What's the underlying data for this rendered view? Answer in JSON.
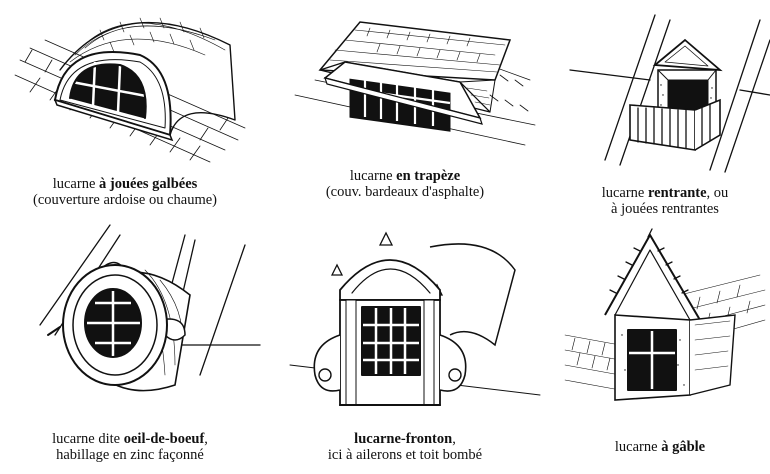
{
  "panels": [
    {
      "caption_prefix": "lucarne ",
      "caption_bold": "à jouées galbées",
      "caption_suffix": "",
      "caption_line2": "(couverture ardoise ou chaume)"
    },
    {
      "caption_prefix": "lucarne ",
      "caption_bold": "en trapèze",
      "caption_suffix": "",
      "caption_line2": "(couv. bardeaux d'asphalte)"
    },
    {
      "caption_prefix": "lucarne ",
      "caption_bold": "rentrante",
      "caption_suffix": ", ou",
      "caption_line2": "à jouées rentrantes"
    },
    {
      "caption_prefix": "lucarne dite ",
      "caption_bold": "oeil-de-boeuf",
      "caption_suffix": ",",
      "caption_line2": "habillage en zinc façonné"
    },
    {
      "caption_prefix": "",
      "caption_bold": "lucarne-fronton",
      "caption_suffix": ",",
      "caption_line2": "ici à ailerons et toit bombé"
    },
    {
      "caption_prefix": "lucarne ",
      "caption_bold": "à gâble",
      "caption_suffix": "",
      "caption_line2": ""
    }
  ]
}
